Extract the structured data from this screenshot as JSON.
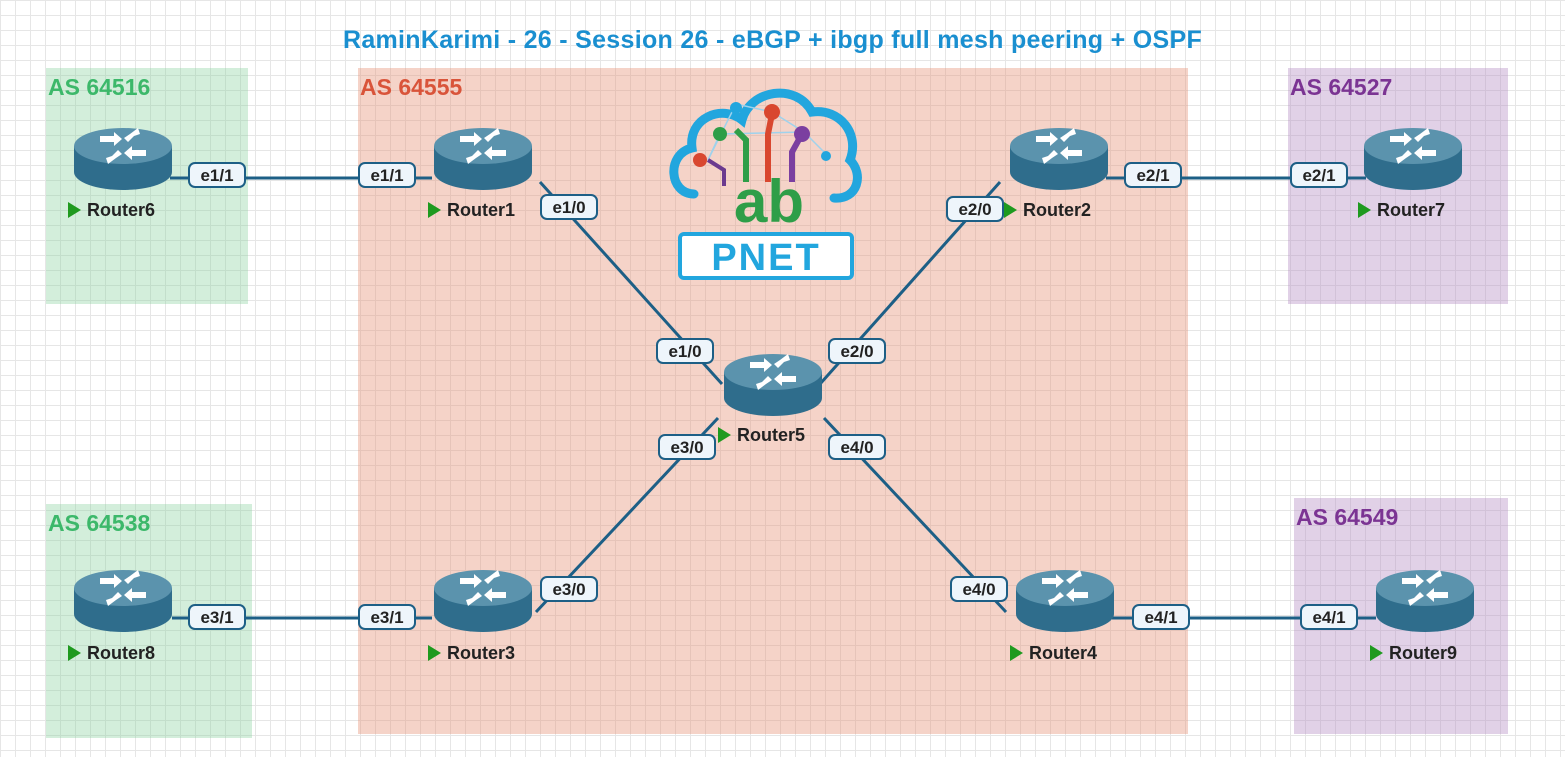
{
  "title": "RaminKarimi - 26 - Session 26 - eBGP + ibgp full mesh peering + OSPF",
  "areas": {
    "as64516": {
      "label": "AS 64516",
      "color": "#3cb86a"
    },
    "as64555": {
      "label": "AS 64555",
      "color": "#d9543a"
    },
    "as64527": {
      "label": "AS 64527",
      "color": "#7b3493"
    },
    "as64538": {
      "label": "AS 64538",
      "color": "#3cb86a"
    },
    "as64549": {
      "label": "AS 64549",
      "color": "#7b3493"
    }
  },
  "routers": {
    "r1": "Router1",
    "r2": "Router2",
    "r3": "Router3",
    "r4": "Router4",
    "r5": "Router5",
    "r6": "Router6",
    "r7": "Router7",
    "r8": "Router8",
    "r9": "Router9"
  },
  "ports": {
    "r6_e11": "e1/1",
    "r1_e11": "e1/1",
    "r1_e10": "e1/0",
    "r5_e10": "e1/0",
    "r2_e20": "e2/0",
    "r5_e20": "e2/0",
    "r2_e21": "e2/1",
    "r7_e21": "e2/1",
    "r5_e30": "e3/0",
    "r3_e30": "e3/0",
    "r5_e40": "e4/0",
    "r4_e40": "e4/0",
    "r8_e31": "e3/1",
    "r3_e31": "e3/1",
    "r4_e41": "e4/1",
    "r9_e41": "e4/1"
  },
  "logo": {
    "top_text": "ab",
    "bottom_text": "PNET"
  },
  "colors": {
    "link": "#1d5f86",
    "router_body": "#2f6d8c",
    "router_top": "#5b93ad",
    "title": "#1a8fd0"
  }
}
